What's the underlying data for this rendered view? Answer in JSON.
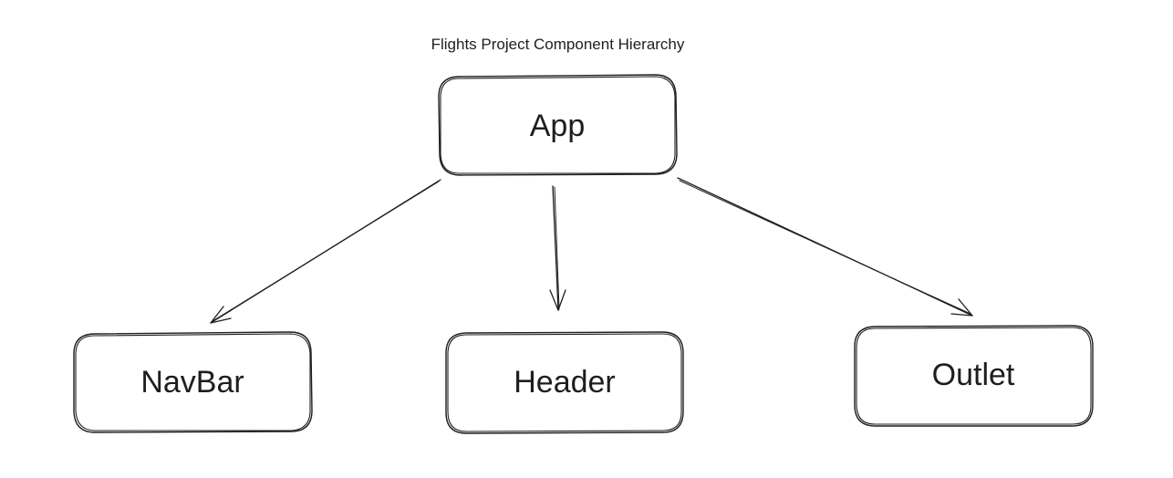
{
  "title": "Flights Project Component Hierarchy",
  "nodes": {
    "app": "App",
    "navbar": "NavBar",
    "header": "Header",
    "outlet": "Outlet"
  },
  "edges": [
    {
      "from": "App",
      "to": "NavBar"
    },
    {
      "from": "App",
      "to": "Header"
    },
    {
      "from": "App",
      "to": "Outlet"
    }
  ],
  "colors": {
    "stroke": "#1e1e1e",
    "background": "#ffffff"
  }
}
